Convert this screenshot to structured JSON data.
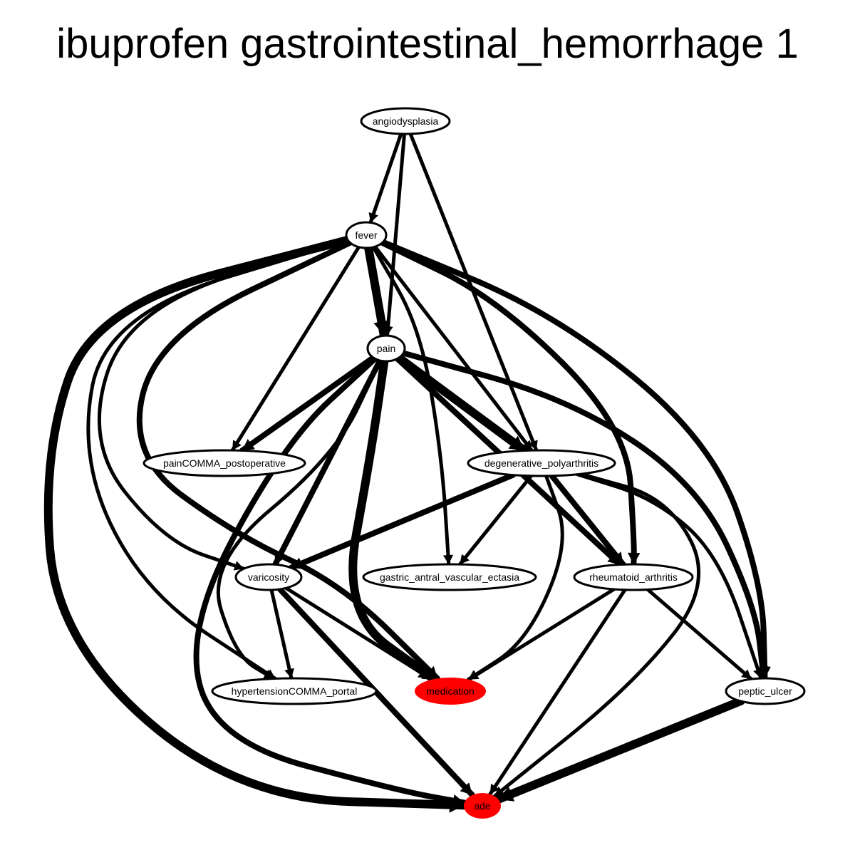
{
  "title": "ibuprofen gastrointestinal_hemorrhage 1",
  "colors": {
    "highlight": "#ff0000",
    "node_fill": "#ffffff",
    "stroke": "#000000"
  },
  "nodes": [
    {
      "id": "angiodysplasia",
      "label": "angiodysplasia",
      "highlight": false
    },
    {
      "id": "fever",
      "label": "fever",
      "highlight": false
    },
    {
      "id": "pain",
      "label": "pain",
      "highlight": false
    },
    {
      "id": "pain_postop",
      "label": "painCOMMA_postoperative",
      "highlight": false
    },
    {
      "id": "degen_poly",
      "label": "degenerative_polyarthritis",
      "highlight": false
    },
    {
      "id": "varicosity",
      "label": "varicosity",
      "highlight": false
    },
    {
      "id": "gave",
      "label": "gastric_antral_vascular_ectasia",
      "highlight": false
    },
    {
      "id": "ra",
      "label": "rheumatoid_arthritis",
      "highlight": false
    },
    {
      "id": "htn_portal",
      "label": "hypertensionCOMMA_portal",
      "highlight": false
    },
    {
      "id": "medication",
      "label": "medication",
      "highlight": true
    },
    {
      "id": "peptic",
      "label": "peptic_ulcer",
      "highlight": false
    },
    {
      "id": "ade",
      "label": "ade",
      "highlight": true
    }
  ],
  "edges": [
    {
      "from": "angiodysplasia",
      "to": "fever",
      "weight": 1
    },
    {
      "from": "angiodysplasia",
      "to": "pain",
      "weight": 1
    },
    {
      "from": "angiodysplasia",
      "to": "degen_poly",
      "weight": 1
    },
    {
      "from": "fever",
      "to": "pain",
      "weight": 3
    },
    {
      "from": "fever",
      "to": "pain_postop",
      "weight": 1
    },
    {
      "from": "fever",
      "to": "degen_poly",
      "weight": 1
    },
    {
      "from": "fever",
      "to": "gave",
      "weight": 1
    },
    {
      "from": "fever",
      "to": "varicosity",
      "weight": 1
    },
    {
      "from": "fever",
      "to": "htn_portal",
      "weight": 1
    },
    {
      "from": "fever",
      "to": "medication",
      "weight": 2
    },
    {
      "from": "fever",
      "to": "ra",
      "weight": 2
    },
    {
      "from": "fever",
      "to": "peptic",
      "weight": 2
    },
    {
      "from": "fever",
      "to": "ade",
      "weight": 3
    },
    {
      "from": "pain",
      "to": "pain_postop",
      "weight": 2
    },
    {
      "from": "pain",
      "to": "degen_poly",
      "weight": 3
    },
    {
      "from": "pain",
      "to": "varicosity",
      "weight": 2
    },
    {
      "from": "pain",
      "to": "ra",
      "weight": 2
    },
    {
      "from": "pain",
      "to": "peptic",
      "weight": 2
    },
    {
      "from": "pain",
      "to": "medication",
      "weight": 3
    },
    {
      "from": "pain",
      "to": "ade",
      "weight": 2
    },
    {
      "from": "pain",
      "to": "htn_portal",
      "weight": 1
    },
    {
      "from": "degen_poly",
      "to": "varicosity",
      "weight": 2
    },
    {
      "from": "degen_poly",
      "to": "gave",
      "weight": 1
    },
    {
      "from": "degen_poly",
      "to": "ra",
      "weight": 2
    },
    {
      "from": "degen_poly",
      "to": "medication",
      "weight": 1
    },
    {
      "from": "degen_poly",
      "to": "peptic",
      "weight": 1
    },
    {
      "from": "degen_poly",
      "to": "ade",
      "weight": 1
    },
    {
      "from": "varicosity",
      "to": "htn_portal",
      "weight": 1
    },
    {
      "from": "varicosity",
      "to": "medication",
      "weight": 1
    },
    {
      "from": "varicosity",
      "to": "ade",
      "weight": 2
    },
    {
      "from": "ra",
      "to": "medication",
      "weight": 1
    },
    {
      "from": "ra",
      "to": "peptic",
      "weight": 1
    },
    {
      "from": "ra",
      "to": "ade",
      "weight": 1
    },
    {
      "from": "peptic",
      "to": "ade",
      "weight": 3
    }
  ]
}
